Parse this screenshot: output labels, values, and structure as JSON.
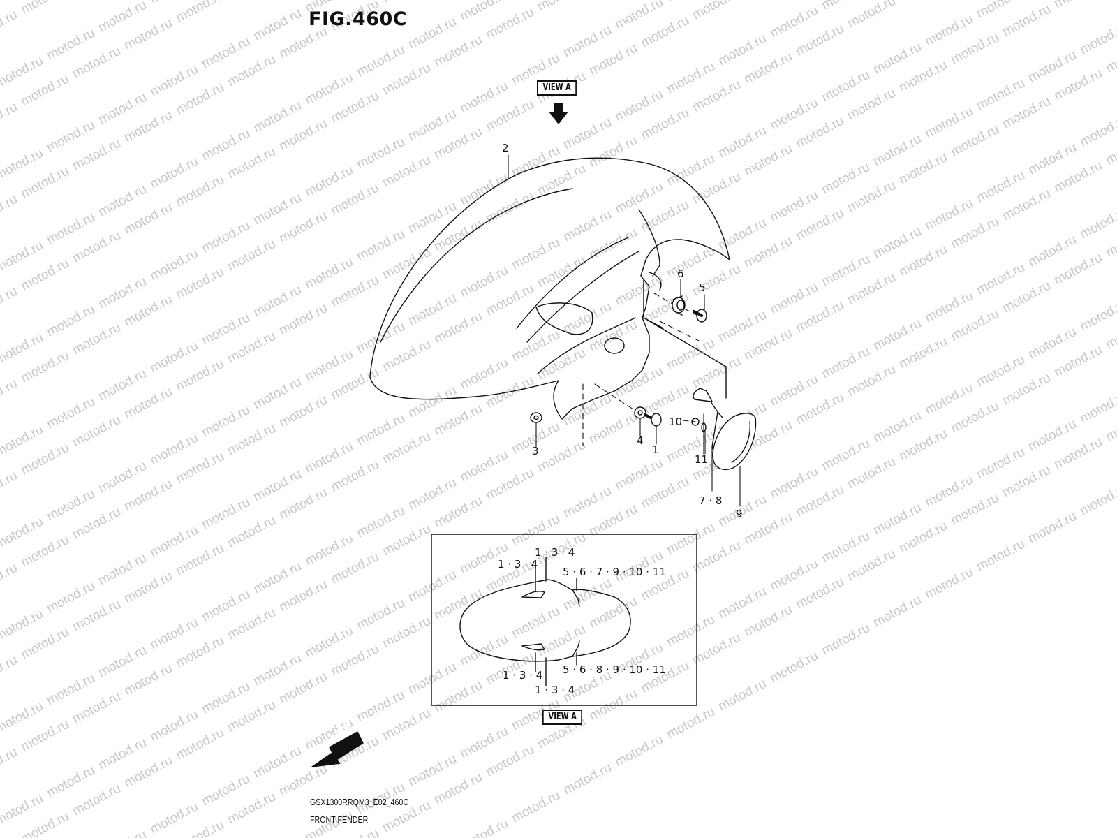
{
  "figure": {
    "title": "FIG.460C",
    "view_tag_top": "VIEW A",
    "view_tag_bottom": "VIEW A",
    "fwd_label": "FWD",
    "footer_code": "GSX1300RRQM3_E02_460C",
    "footer_name": "FRONT FENDER",
    "watermark": "motod.ru"
  },
  "callouts": {
    "c1": "1",
    "c2": "2",
    "c3": "3",
    "c4": "4",
    "c5": "5",
    "c6": "6",
    "c78": "7 · 8",
    "c9": "9",
    "c10": "10",
    "c11": "11"
  },
  "view_a": {
    "top_outer": "1 · 3 · 4",
    "top_inner": "1 · 3 · 4",
    "top_right": "5 · 6 · 7 · 9 · 10 · 11",
    "bottom_inner": "1 · 3 · 4",
    "bottom_outer": "1 · 3 · 4",
    "bottom_right": "5 · 6 · 8 · 9 · 10 · 11"
  },
  "colors": {
    "line": "#111111",
    "watermark": "#c8c8c8",
    "background": "#ffffff"
  }
}
